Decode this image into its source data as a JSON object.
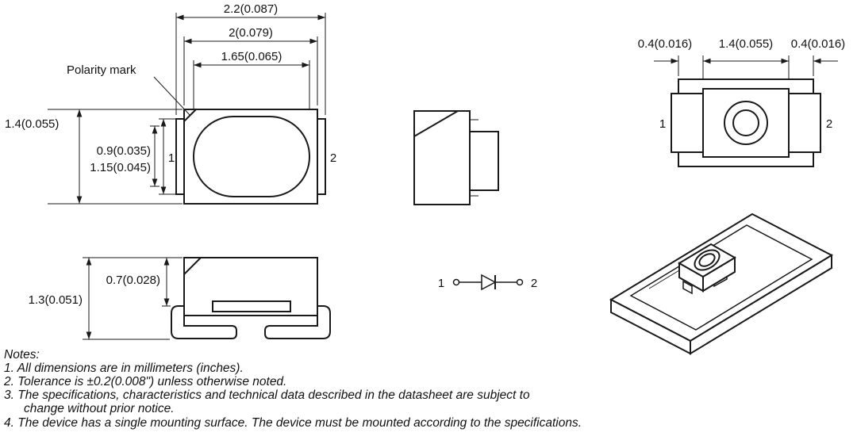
{
  "top_view": {
    "polarity_label": "Polarity mark",
    "dim_overall_width": "2.2(0.087)",
    "dim_body_width": "2(0.079)",
    "dim_lens_width": "1.65(0.065)",
    "dim_overall_height": "1.4(0.055)",
    "dim_inner_height": "1.15(0.045)",
    "dim_lens_height": "0.9(0.035)",
    "pin1_label": "1",
    "pin2_label": "2"
  },
  "front_view": {
    "dim_total_height": "1.3(0.051)",
    "dim_body_height": "0.7(0.028)"
  },
  "back_view": {
    "dim_left_electrode": "0.4(0.016)",
    "dim_center": "1.4(0.055)",
    "dim_right_electrode": "0.4(0.016)",
    "pin1_label": "1",
    "pin2_label": "2"
  },
  "schematic": {
    "pin1_label": "1",
    "pin2_label": "2"
  },
  "notes": {
    "heading": "Notes:",
    "line1": "1. All dimensions are in millimeters (inches).",
    "line2": "2. Tolerance is ±0.2(0.008\") unless otherwise noted.",
    "line3": "3. The specifications, characteristics and technical data described in the datasheet are subject to",
    "line3_cont": "change without prior notice.",
    "line4": "4. The device has a single mounting surface. The device must be mounted according to the specifications."
  },
  "colors": {
    "line": "#1a1a1a",
    "background": "#ffffff"
  }
}
